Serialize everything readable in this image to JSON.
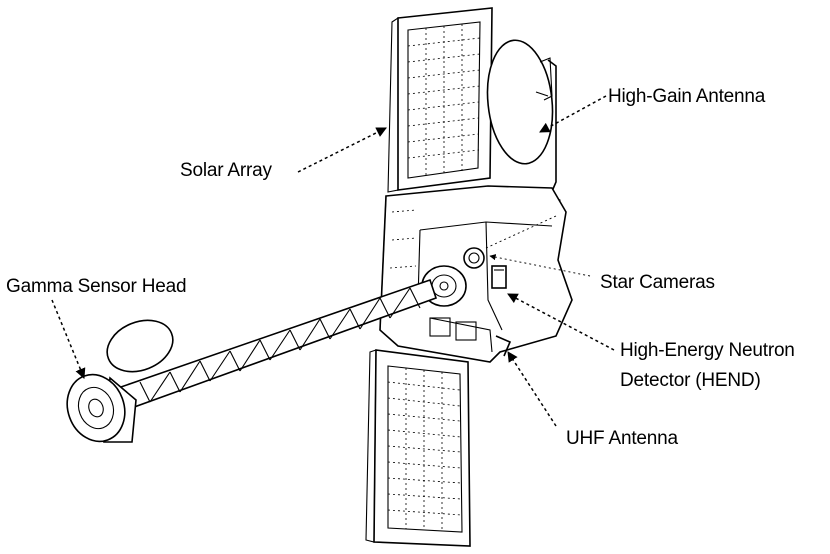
{
  "labels": {
    "solar_array": "Solar Array",
    "high_gain_antenna": "High-Gain Antenna",
    "star_cameras": "Star Cameras",
    "gamma_sensor_head": "Gamma Sensor Head",
    "hend_line1": "High-Energy Neutron",
    "hend_line2": "Detector (HEND)",
    "uhf_antenna": "UHF Antenna"
  }
}
